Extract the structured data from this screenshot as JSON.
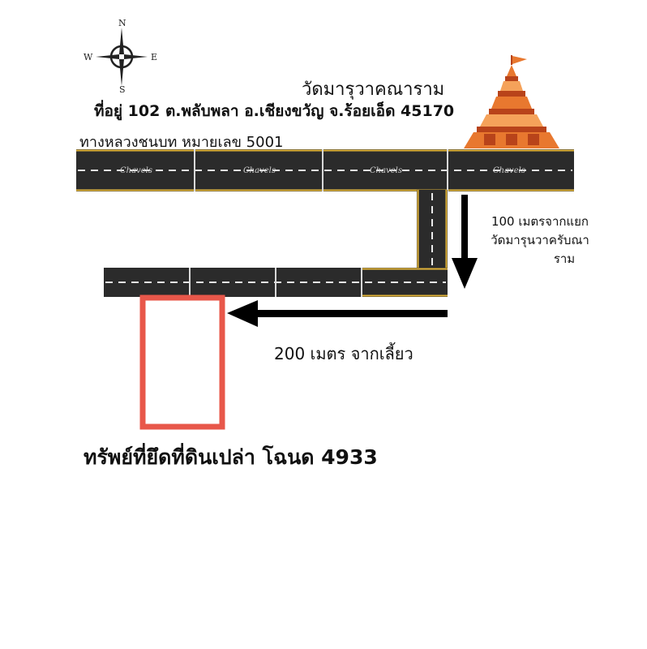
{
  "compass": {
    "north": "N",
    "south": "S",
    "east": "E",
    "west": "W"
  },
  "labels": {
    "temple_name": "วัดมารุวาคณาราม",
    "address": "ที่อยู่ 102 ต.พลับพลา อ.เชียงขวัญ จ.ร้อยเอ็ด 45170",
    "highway": "ทางหลวงชนบท หมายเลข 5001",
    "distance_from_junction": [
      "100 เมตรจากแยก",
      "วัดมารุนวาครับณา",
      "ราม"
    ],
    "distance_from_turn": "200 เมตร จากเลี้ยว",
    "property": "ทรัพย์ที่ยึดที่ดินเปล่า โฉนด 4933"
  },
  "colors": {
    "road": "#2b2b2b",
    "road_edge": "#e2b43a",
    "lane_dash": "#ffffff",
    "plot_outline": "#e8574a",
    "arrow": "#000000",
    "temple_dark": "#b8431a",
    "temple_mid": "#e8782f",
    "temple_light": "#f5a25a"
  },
  "icons": {
    "compass": "compass-rose-icon",
    "temple": "pagoda-icon",
    "plot": "land-plot-outline"
  }
}
